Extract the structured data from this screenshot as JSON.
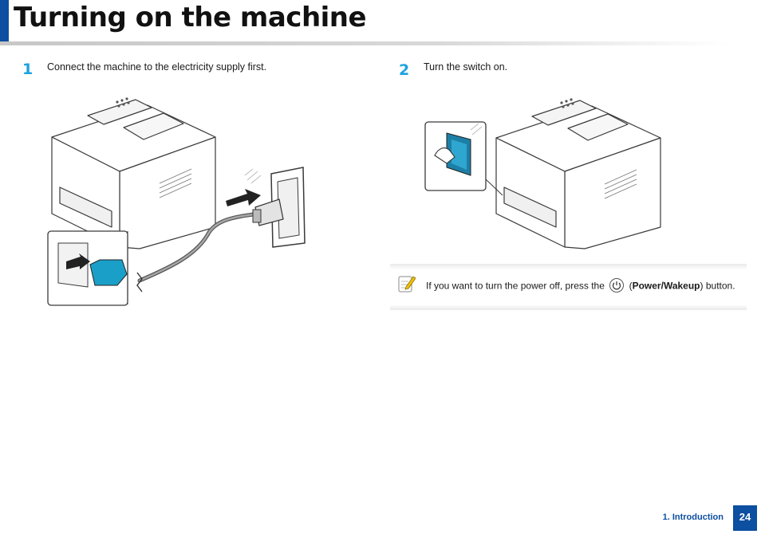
{
  "header": {
    "title": "Turning on the machine"
  },
  "steps": [
    {
      "number": "1",
      "text": "Connect the machine to the electricity supply first."
    },
    {
      "number": "2",
      "text": "Turn the switch on."
    }
  ],
  "note": {
    "icon": "note-pencil-icon",
    "text_before": "If you want to turn the power off, press the",
    "button_icon": "power-icon",
    "paren_open": "(",
    "button_label": "Power/Wakeup",
    "text_after": ") button."
  },
  "footer": {
    "section": "1. Introduction",
    "page": "24"
  },
  "colors": {
    "brand_blue": "#0d4fa0",
    "step_number": "#1ba2e1"
  }
}
